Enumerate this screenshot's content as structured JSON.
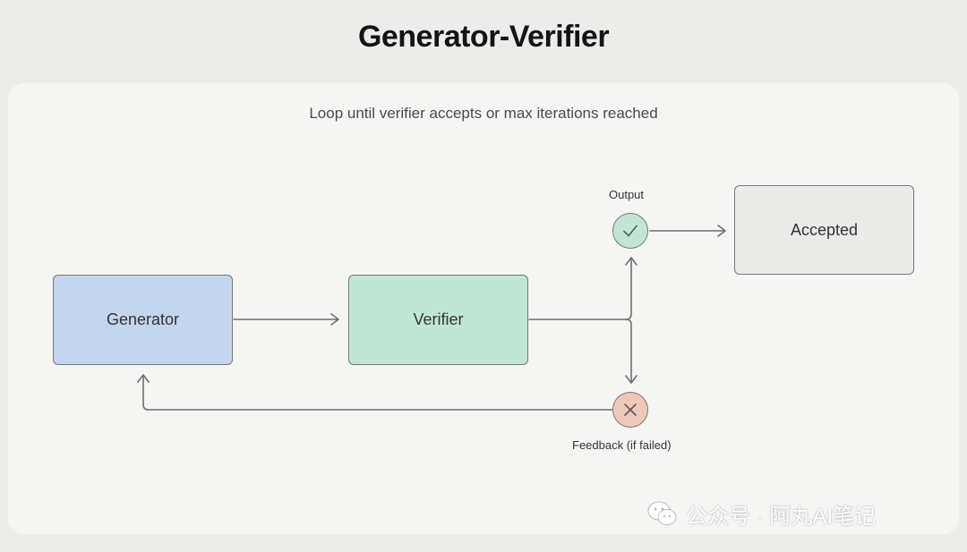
{
  "title": "Generator-Verifier",
  "subtitle": "Loop until verifier accepts or max iterations reached",
  "nodes": {
    "generator": "Generator",
    "verifier": "Verifier",
    "accepted": "Accepted"
  },
  "labels": {
    "output": "Output",
    "feedback": "Feedback (if failed)"
  },
  "icons": {
    "accept": "checkmark-icon",
    "reject": "cross-icon",
    "watermark": "wechat-icon"
  },
  "watermark": {
    "text": "公众号 · 阿丸AI笔记"
  },
  "colors": {
    "generator": "#c3d5ef",
    "verifier": "#c2e6d6",
    "accepted": "#ebebe9",
    "accept_circle": "#c2e6d6",
    "reject_circle": "#efc9b8"
  }
}
